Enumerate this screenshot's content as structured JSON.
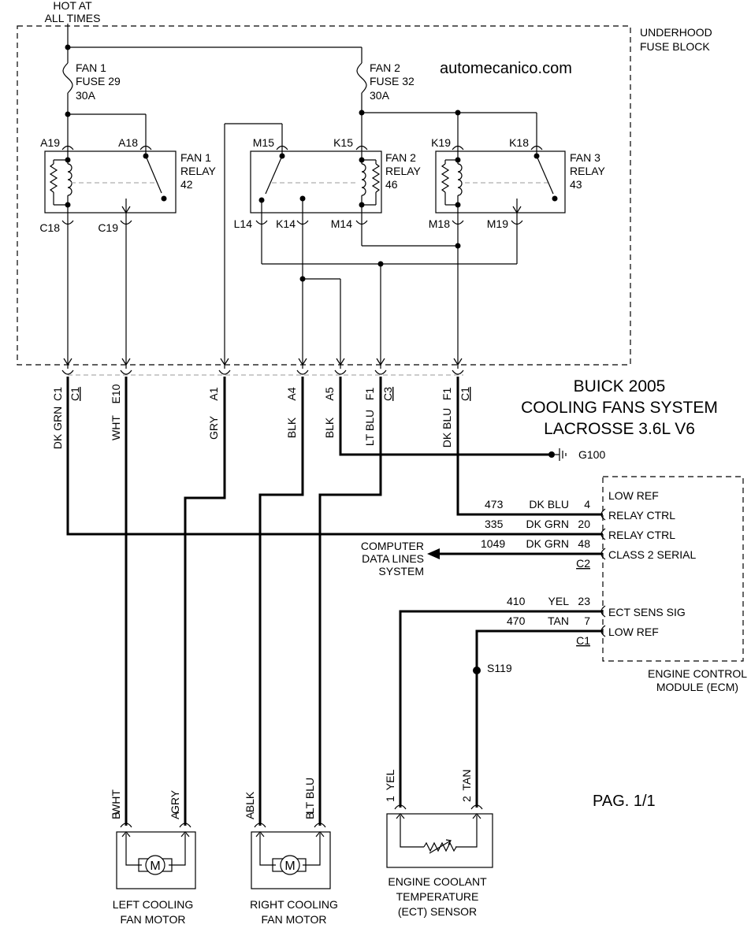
{
  "title": {
    "line1": "BUICK 2005",
    "line2": "COOLING FANS SYSTEM",
    "line3": "LACROSSE 3.6L V6"
  },
  "watermark": "automecanico.com",
  "page": "PAG. 1/1",
  "power": {
    "line1": "HOT AT",
    "line2": "ALL TIMES"
  },
  "fuse_block": {
    "line1": "UNDERHOOD",
    "line2": "FUSE BLOCK"
  },
  "fuses": [
    {
      "name": "FAN 1",
      "fuse": "FUSE 29",
      "rating": "30A"
    },
    {
      "name": "FAN 2",
      "fuse": "FUSE 32",
      "rating": "30A"
    }
  ],
  "relays": [
    {
      "name": "FAN 1",
      "type": "RELAY",
      "number": "42",
      "pins": [
        "A19",
        "A18",
        "C18",
        "C19"
      ]
    },
    {
      "name": "FAN 2",
      "type": "RELAY",
      "number": "46",
      "pins": [
        "M15",
        "K15",
        "L14",
        "K14",
        "M14"
      ]
    },
    {
      "name": "FAN 3",
      "type": "RELAY",
      "number": "43",
      "pins": [
        "K19",
        "K18",
        "M18",
        "M19"
      ]
    }
  ],
  "fuse_block_connectors": [
    {
      "pin": "C1",
      "connector": "C1",
      "wire": "DK GRN"
    },
    {
      "pin": "E10",
      "connector": "",
      "wire": "WHT"
    },
    {
      "pin": "A1",
      "connector": "",
      "wire": "GRY"
    },
    {
      "pin": "A4",
      "connector": "",
      "wire": "BLK"
    },
    {
      "pin": "A5",
      "connector": "",
      "wire": "BLK"
    },
    {
      "pin": "F1",
      "connector": "C3",
      "wire": "LT BLU"
    },
    {
      "pin": "F1",
      "connector": "C1",
      "wire": "DK BLU"
    }
  ],
  "ground": "G100",
  "ecm": {
    "name_line1": "ENGINE CONTROL",
    "name_line2": "MODULE (ECM)",
    "connector_c2": "C2",
    "connector_c1": "C1",
    "circuits": [
      {
        "circuit": "473",
        "color": "DK BLU",
        "pin": "4",
        "function": "LOW REF"
      },
      {
        "circuit": "335",
        "color": "DK GRN",
        "pin": "20",
        "function": "RELAY CTRL"
      },
      {
        "circuit": "",
        "color": "",
        "pin": "",
        "function": "RELAY CTRL"
      },
      {
        "circuit": "1049",
        "color": "DK GRN",
        "pin": "48",
        "function": "CLASS 2 SERIAL"
      },
      {
        "circuit": "410",
        "color": "YEL",
        "pin": "23",
        "function": "ECT SENS SIG"
      },
      {
        "circuit": "470",
        "color": "TAN",
        "pin": "7",
        "function": "LOW REF"
      }
    ]
  },
  "data_lines": {
    "line1": "COMPUTER",
    "line2": "DATA LINES",
    "line3": "SYSTEM"
  },
  "splice": "S119",
  "left_motor": {
    "name_line1": "LEFT COOLING",
    "name_line2": "FAN MOTOR",
    "symbol": "M",
    "pins": [
      {
        "pin": "B",
        "wire": "WHT"
      },
      {
        "pin": "A",
        "wire": "GRY"
      }
    ]
  },
  "right_motor": {
    "name_line1": "RIGHT COOLING",
    "name_line2": "FAN MOTOR",
    "symbol": "M",
    "pins": [
      {
        "pin": "A",
        "wire": "BLK"
      },
      {
        "pin": "B",
        "wire": "LT BLU"
      }
    ]
  },
  "ect_sensor": {
    "name_line1": "ENGINE COOLANT",
    "name_line2": "TEMPERATURE",
    "name_line3": "(ECT) SENSOR",
    "pins": [
      {
        "pin": "1",
        "wire": "YEL"
      },
      {
        "pin": "2",
        "wire": "TAN"
      }
    ]
  }
}
